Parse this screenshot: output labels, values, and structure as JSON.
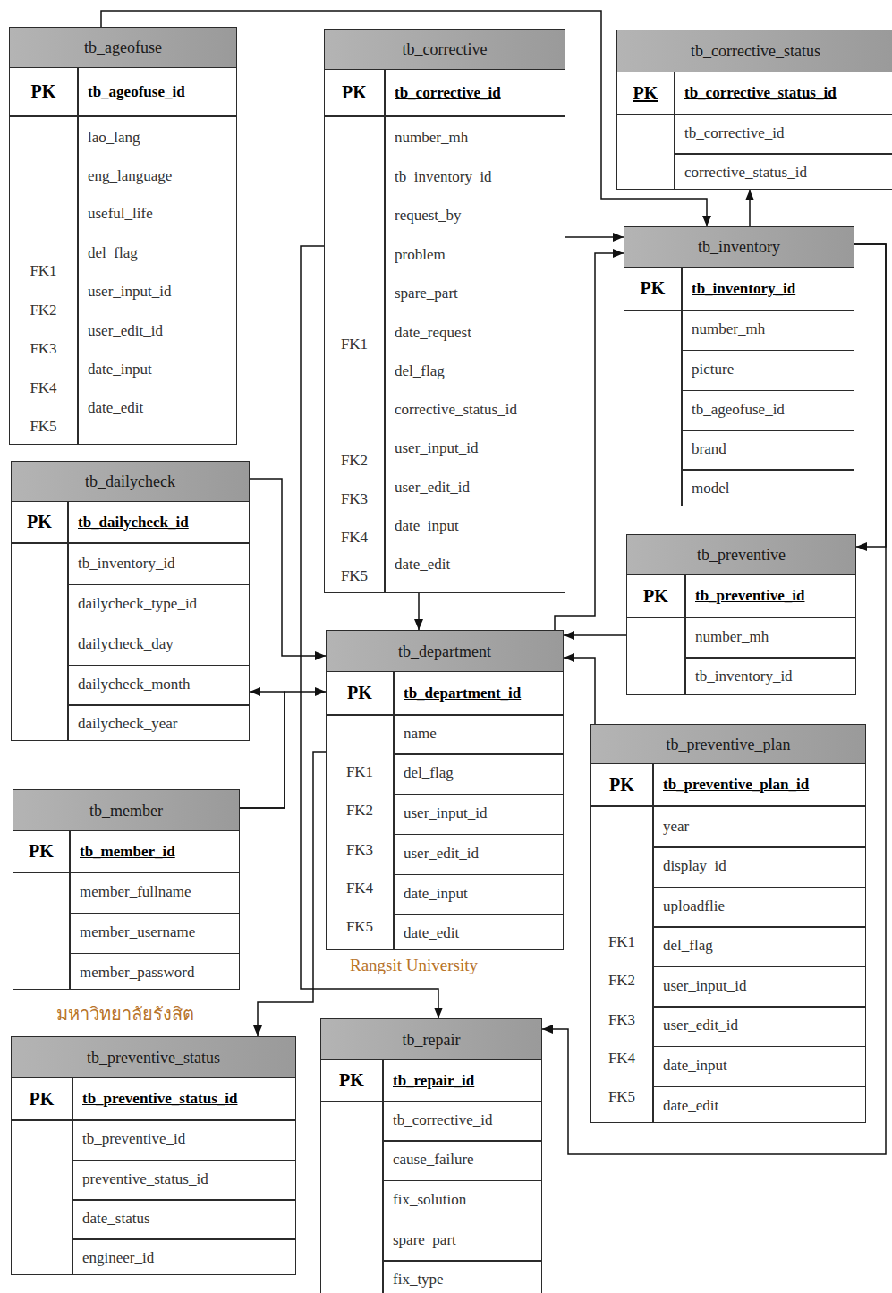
{
  "diagram": {
    "nodes": [
      {
        "text": [
          "tb_ageofuse",
          "PK",
          "tb_ageofuse_id",
          "lao_lang",
          "eng_language",
          "useful_life",
          "del_flag",
          "user_input_id",
          "user_edit_id",
          "date_input",
          "date_edit",
          "FK1",
          "FK2",
          "FK3",
          "FK4",
          "FK5"
        ]
      },
      {
        "text": [
          "tb_corrective",
          "PK",
          "tb_corrective_id",
          "number_mh",
          "tb_inventory_id",
          "request_by",
          "problem",
          "spare_part",
          "date_request",
          "del_flag",
          "corrective_status_id",
          "user_input_id",
          "user_edit_id",
          "date_input",
          "date_edit",
          "FK1",
          "FK2",
          "FK3",
          "FK4",
          "FK5"
        ]
      },
      {
        "text": [
          "tb_corrective_status",
          "PK",
          "tb_corrective_status_id",
          "tb_corrective_id",
          "corrective_status_id"
        ]
      },
      {
        "text": [
          "tb_inventory",
          "PK",
          "tb_inventory_id",
          "number_mh",
          "picture",
          "tb_ageofuse_id",
          "brand",
          "model"
        ]
      },
      {
        "text": [
          "tb_dailycheck",
          "PK",
          "tb_dailycheck_id",
          "tb_inventory_id",
          "dailycheck_type_id",
          "dailycheck_day",
          "dailycheck_month",
          "dailycheck_year"
        ]
      },
      {
        "text": [
          "tb_preventive",
          "PK",
          "tb_preventive_id",
          "number_mh",
          "tb_inventory_id"
        ]
      },
      {
        "text": [
          "tb_department",
          "PK",
          "tb_department_id",
          "name",
          "del_flag",
          "user_input_id",
          "user_edit_id",
          "date_input",
          "date_edit",
          "FK1",
          "FK2",
          "FK3",
          "FK4",
          "FK5"
        ]
      },
      {
        "text": [
          "tb_preventive_plan",
          "PK",
          "tb_preventive_plan_id",
          "year",
          "display_id",
          "uploadflie",
          "del_flag",
          "user_input_id",
          "user_edit_id",
          "date_input",
          "date_edit",
          "FK1",
          "FK2",
          "FK3",
          "FK4",
          "FK5"
        ]
      },
      {
        "text": [
          "tb_member",
          "PK",
          "tb_member_id",
          "member_fullname",
          "member_username",
          "member_password"
        ]
      },
      {
        "text": [
          "tb_preventive_status",
          "PK",
          "tb_preventive_status_id",
          "tb_preventive_id",
          "preventive_status_id",
          "date_status",
          "engineer_id"
        ]
      },
      {
        "text": [
          "tb_repair",
          "PK",
          "tb_repair_id",
          "tb_corrective_id",
          "cause_failure",
          "fix_solution",
          "spare_part",
          "fix_type"
        ]
      }
    ],
    "edges": [
      {
        "from": 0,
        "to": 3,
        "arrow": "to"
      },
      {
        "from": 3,
        "to": 2,
        "arrow": "to"
      },
      {
        "from": 1,
        "to": 3,
        "arrow": "to"
      },
      {
        "from": 1,
        "to": 6,
        "arrow": "to"
      },
      {
        "from": 4,
        "to": 6,
        "arrow": "to"
      },
      {
        "from": 1,
        "to": 10,
        "arrow": "to"
      },
      {
        "from": 6,
        "to": 9,
        "arrow": "to"
      },
      {
        "from": 8,
        "to": 4,
        "arrow": "to"
      },
      {
        "from": 8,
        "to": 6,
        "arrow": "to"
      },
      {
        "from": 5,
        "to": 6,
        "arrow": "to"
      },
      {
        "from": 7,
        "to": 6,
        "arrow": "to"
      },
      {
        "from": 6,
        "to": 3,
        "arrow": "to"
      },
      {
        "from": 3,
        "to": 5,
        "arrow": "to"
      },
      {
        "from": 3,
        "to": 10,
        "arrow": "to"
      }
    ],
    "labels": [
      "มหาวิทยาลัยรังสิต",
      "Rangsit University"
    ]
  }
}
